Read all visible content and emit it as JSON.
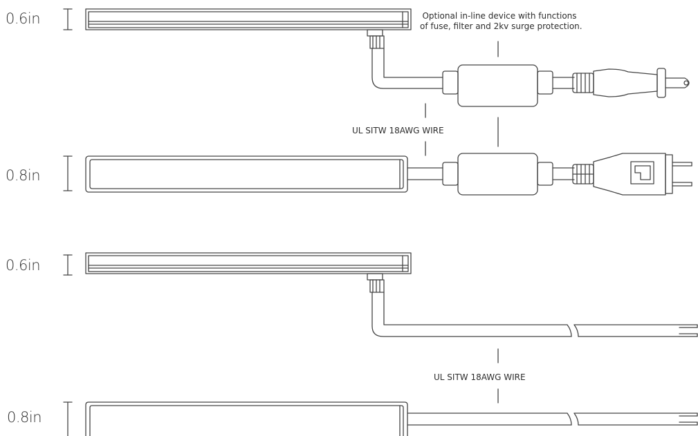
{
  "labels": {
    "dim_top_1": "0.6in",
    "dim_top_2": "0.8in",
    "dim_bottom_1": "0.6in",
    "dim_bottom_2": "0.8in",
    "device_note_line1": "Optional in-line device with functions",
    "device_note_line2": "of fuse, filter and 2kv surge protection.",
    "wire_top": "UL SITW 18AWG WIRE",
    "wire_bottom": "UL SITW 18AWG WIRE"
  },
  "colors": {
    "stroke": "#444444",
    "text": "#2d2d2d"
  }
}
